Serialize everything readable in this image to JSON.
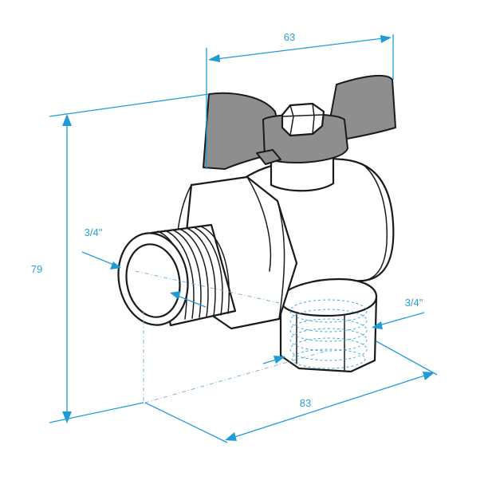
{
  "dimensions": {
    "width_label": "63",
    "height_label": "79",
    "length_label": "83",
    "thread_male_label": "3/4\"",
    "thread_female_label": "3/4\""
  },
  "colors": {
    "dimension": "#1f9bd7",
    "outline": "#1a1a1a",
    "handle": "#8e8e8e"
  }
}
